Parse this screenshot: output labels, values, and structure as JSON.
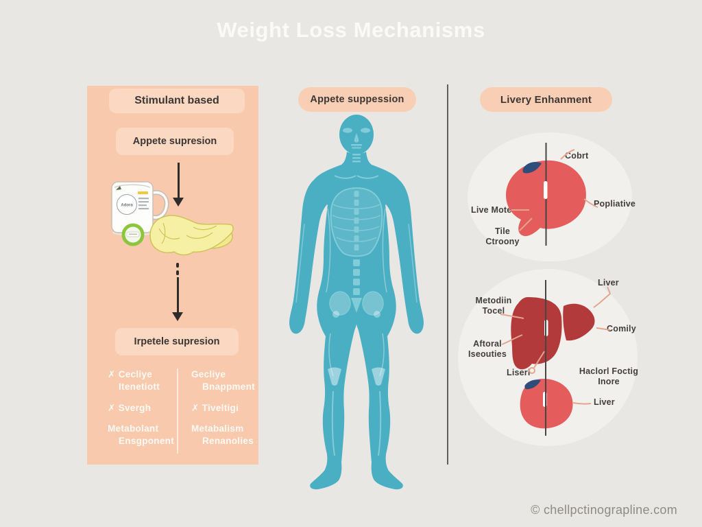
{
  "title": "Weight Loss Mechanisms",
  "watermark": "© chellpctinograpline.com",
  "colors": {
    "background": "#e9e7e3",
    "panel_peach": "#f8c9ac",
    "bubble_peach": "#fbd8c2",
    "pill_peach": "#f8cfb4",
    "body_teal": "#4bafc3",
    "liver_red": "#e45c5c",
    "liver_dark_red": "#b23a3a",
    "navy_patch": "#2e4d7b",
    "leader_salmon": "#e3a68d",
    "text_dark": "#3c3734",
    "text_white": "#fdfaf5"
  },
  "left_panel": {
    "header": "Stimulant based",
    "bubble_top": "Appete supresion",
    "mug_text": "Adora",
    "bubble_bottom": "Irpetele supresion",
    "items": [
      {
        "mark": "✗",
        "line1": "Cecliye",
        "line2": "Itenetiott"
      },
      {
        "mark": "",
        "line1": "Gecliye",
        "line2": "Bnappment"
      },
      {
        "mark": "✗",
        "line1": "Svergh",
        "line2": ""
      },
      {
        "mark": "✗",
        "line1": "Tiveltigi",
        "line2": ""
      },
      {
        "mark": "",
        "line1": "Metabolant",
        "line2": "Ensgponent"
      },
      {
        "mark": "",
        "line1": "Metabalism",
        "line2": "Renanolies"
      }
    ]
  },
  "middle_panel": {
    "header": "Appete suppession"
  },
  "right_panel": {
    "header": "Livery Enhanment",
    "diagram_top": {
      "label_top": "Cobrt",
      "label_right": "Popliative",
      "label_left": "Live Mote",
      "label_bottom_line1": "Tile",
      "label_bottom_line2": "Ctroony"
    },
    "diagram_middle": {
      "label_left_top_line1": "Metodiin",
      "label_left_top_line2": "Tocel",
      "label_top_right": "Liver",
      "label_right": "Comily",
      "label_left_bottom_line1": "Aftoral",
      "label_left_bottom_line2": "Iseouties",
      "label_bottom": "Liserl",
      "label_bottom_right_line1": "Haclorl Foctig",
      "label_bottom_right_line2": "Inore"
    },
    "diagram_bottom": {
      "label_right": "Liver"
    }
  }
}
